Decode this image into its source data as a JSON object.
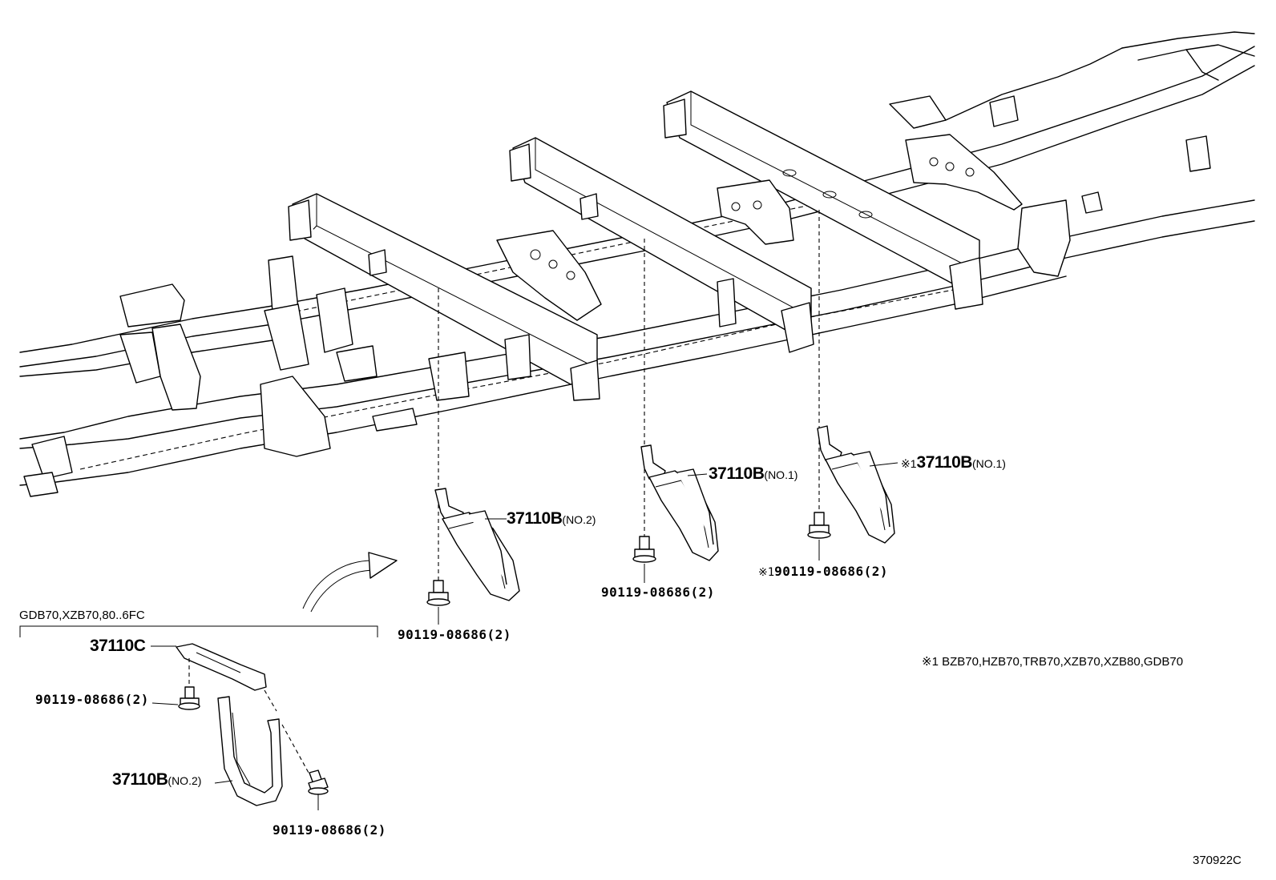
{
  "diagram": {
    "variant_group_label": "GDB70,XZB70,80..6FC",
    "footnote": "※1 BZB70,HZB70,TRB70,XZB70,XZB80,GDB70",
    "figure_id": "370922C",
    "callouts": {
      "band_left": {
        "part": "37110B",
        "suffix": "(NO.2)"
      },
      "band_middle": {
        "part": "37110B",
        "suffix": "(NO.1)"
      },
      "band_right": {
        "mark": "※1",
        "part": "37110B",
        "suffix": "(NO.1)"
      },
      "bolt_left": "90119-08686(2)",
      "bolt_middle": "90119-08686(2)",
      "bolt_right": {
        "mark": "※1",
        "part": "90119-08686(2)"
      },
      "inset_bracket": "37110C",
      "inset_bolt_upper": "90119-08686(2)",
      "inset_band": {
        "part": "37110B",
        "suffix": "(NO.2)"
      },
      "inset_bolt_lower": "90119-08686(2)"
    }
  }
}
